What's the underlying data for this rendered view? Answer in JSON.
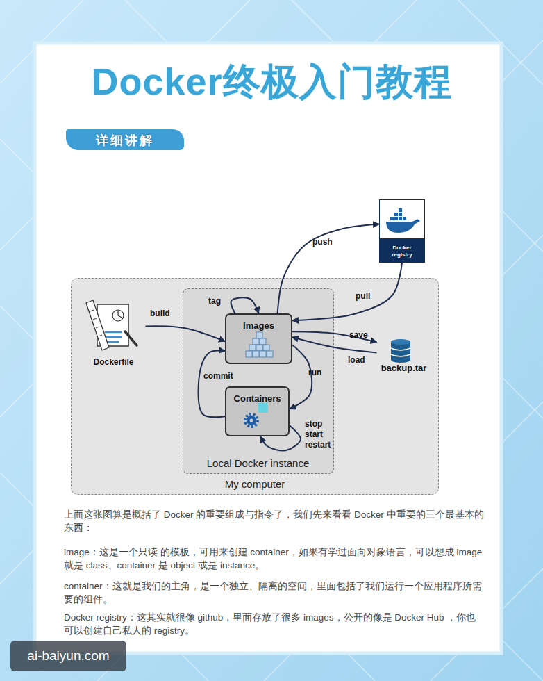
{
  "diagram": {
    "title": "Docker终极入门教程",
    "nodes": [
      {
        "text": [
          "详细讲解"
        ]
      },
      {
        "text": [
          "Docker registry"
        ]
      },
      {
        "text": [
          "My computer"
        ]
      },
      {
        "text": [
          "Dockerfile"
        ],
        "in": 2
      },
      {
        "text": [
          "Local Docker instance"
        ],
        "in": 2
      },
      {
        "text": [
          "Images"
        ],
        "in": 4
      },
      {
        "text": [
          "Containers"
        ],
        "in": 4
      },
      {
        "text": [
          "backup.tar"
        ],
        "in": 2
      }
    ],
    "edges": [
      {
        "from": 3,
        "to": 5,
        "label": "build",
        "arrow": "to"
      },
      {
        "from": 5,
        "to": 1,
        "label": "push",
        "arrow": "to"
      },
      {
        "from": 1,
        "to": 5,
        "label": "pull",
        "arrow": "to"
      },
      {
        "from": 5,
        "to": 5,
        "label": "tag",
        "arrow": "to"
      },
      {
        "from": 5,
        "to": 7,
        "label": "save",
        "arrow": "to"
      },
      {
        "from": 7,
        "to": 5,
        "label": "load",
        "arrow": "to"
      },
      {
        "from": 5,
        "to": 6,
        "label": "run",
        "arrow": "to"
      },
      {
        "from": 6,
        "to": 5,
        "label": "commit",
        "arrow": "to"
      },
      {
        "from": 6,
        "to": 6,
        "label": "stop start restart",
        "arrow": "to"
      }
    ],
    "labels": [
      "上面这张图算是概括了 Docker 的重要组成与指令了，我们先来看看 Docker 中重要的三个最基本的东西：",
      "image：这是一个只读 的模板，可用来创建 container，如果有学过面向对象语言，可以想成 image 就是 class、container 是 object 或是 instance。",
      "container：这就是我们的主角，是一个独立、隔离的空间，里面包括了我们运行一个应用程序所需要的组件。",
      "Docker registry：这其实就很像 github，里面存放了很多 images，公开的像是 Docker Hub ，你也可以创建自己私人的 registry。",
      "ai-baiyun.com"
    ]
  }
}
